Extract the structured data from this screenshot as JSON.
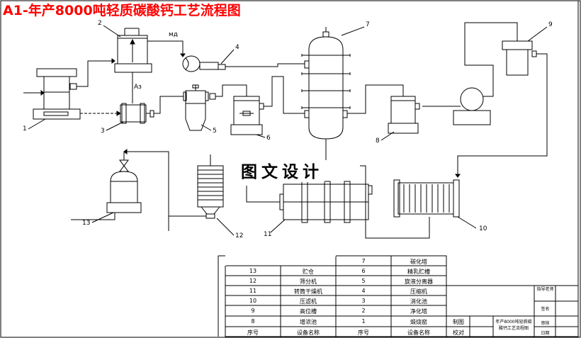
{
  "title": "A1-年产8000吨轻质碳酸钙工艺流程图",
  "watermark": "图文设计",
  "equipment_numbers": [
    "1",
    "2",
    "3",
    "4",
    "5",
    "6",
    "7",
    "8",
    "9",
    "10",
    "11",
    "12",
    "13"
  ],
  "flow_marks": {
    "m2": "мд",
    "m3": "Аз"
  },
  "parts_table": {
    "rows": [
      {
        "no_a": "",
        "name_a": "",
        "no_b": "7",
        "name_b": "碳化塔"
      },
      {
        "no_a": "13",
        "name_a": "贮仓",
        "no_b": "6",
        "name_b": "精乳贮槽"
      },
      {
        "no_a": "12",
        "name_a": "筛分机",
        "no_b": "5",
        "name_b": "旋液分离器"
      },
      {
        "no_a": "11",
        "name_a": "转筒干燥机",
        "no_b": "4",
        "name_b": "压缩机"
      },
      {
        "no_a": "10",
        "name_a": "压滤机",
        "no_b": "3",
        "name_b": "消化池"
      },
      {
        "no_a": "9",
        "name_a": "高位槽",
        "no_b": "2",
        "name_b": "净化塔"
      },
      {
        "no_a": "8",
        "name_a": "增浓池",
        "no_b": "1",
        "name_b": "煅烧窑"
      }
    ],
    "header": {
      "no": "序号",
      "name": "设备名称"
    }
  },
  "title_block": {
    "drawn_by": "制图",
    "checked_by": "校对",
    "drawing_name": "年产8000吨轻质碳酸钙工艺流程图",
    "advisor": "指导老师",
    "signature": "签名",
    "review": "审核",
    "date": "日期"
  }
}
